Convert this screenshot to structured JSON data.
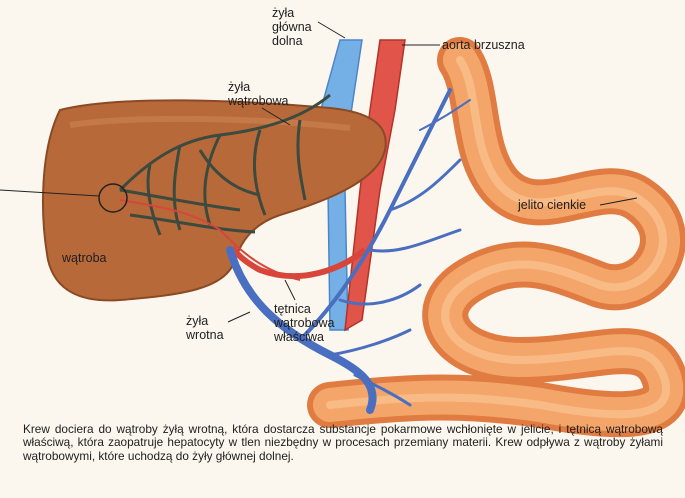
{
  "labels": {
    "vena_cava": [
      "żyła",
      "główna",
      "dolna"
    ],
    "aorta": "aorta brzuszna",
    "hepatic_vein": [
      "żyła",
      "wątrobowa"
    ],
    "small_intestine": "jelito cienkie",
    "liver": "wątroba",
    "portal_vein": [
      "żyła",
      "wrotna"
    ],
    "hepatic_artery": [
      "tętnica",
      "wątrobowa",
      "właściwa"
    ]
  },
  "caption": "Krew dociera do wątroby żyłą wrotną, która dostarcza substancje pokarmowe wchłonięte w jelicie, i tętnicą wątrobową właściwą, która zaopatruje hepatocyty w tlen niezbędny w procesach przemiany materii. Krew odpływa z wątroby żyłami wątrobowymi, które uchodzą do żyły głównej dolnej.",
  "colors": {
    "liver": "#b5683a",
    "vein_blue": "#4a6fc0",
    "vena_cava": "#6fa9e0",
    "artery_red": "#d8453a",
    "intestine": "#f09a5c",
    "hepatic_veins": "#3b4a3c"
  }
}
